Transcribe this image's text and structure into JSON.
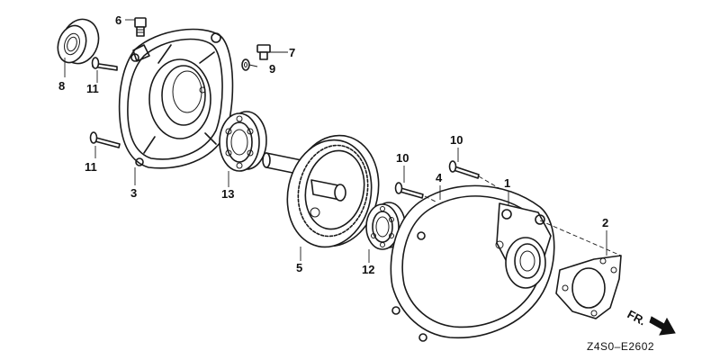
{
  "callouts": {
    "p1": "1",
    "p2": "2",
    "p3": "3",
    "p4": "4",
    "p5": "5",
    "p6": "6",
    "p7": "7",
    "p8": "8",
    "p9": "9",
    "p10a": "10",
    "p10b": "10",
    "p11a": "11",
    "p11b": "11",
    "p12": "12",
    "p13": "13"
  },
  "direction_label": "FR.",
  "drawing_code": "Z4S0–E2602"
}
